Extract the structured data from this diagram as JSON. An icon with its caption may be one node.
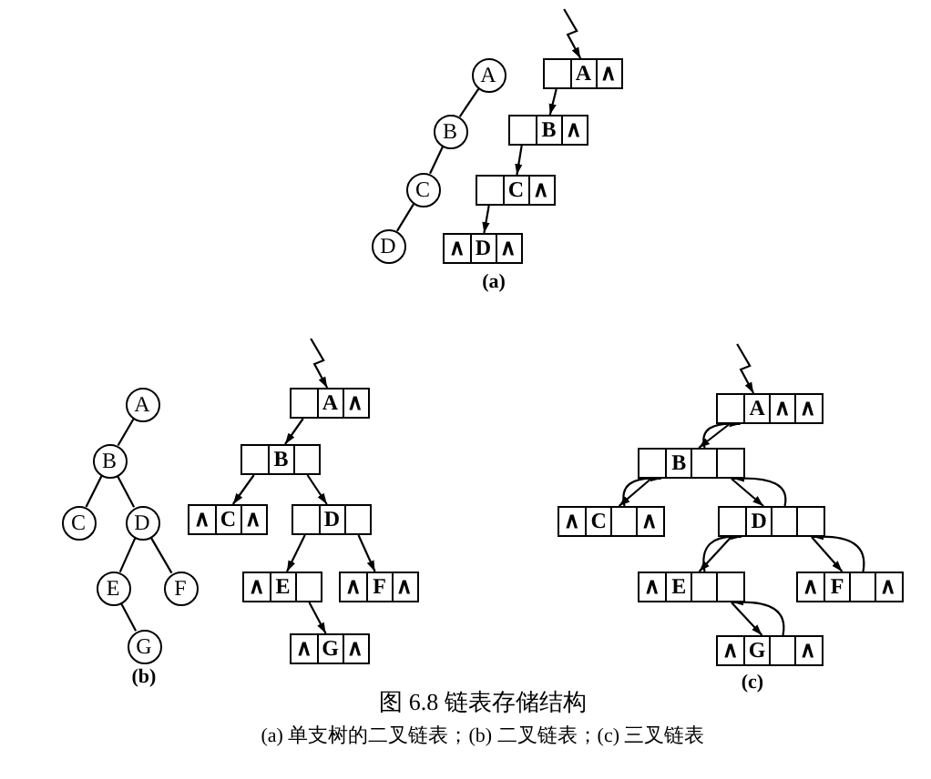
{
  "diagram": {
    "title": "图 6.8 链表存储结构",
    "caption": "(a) 单支树的二叉链表；(b) 二叉链表；(c) 三叉链表",
    "nodes": [
      {
        "text": [
          "A"
        ]
      },
      {
        "text": [
          "B"
        ]
      },
      {
        "text": [
          "C"
        ]
      },
      {
        "text": [
          "D"
        ]
      },
      {
        "text": [
          "A",
          "∧"
        ]
      },
      {
        "text": [
          "B",
          "∧"
        ]
      },
      {
        "text": [
          "C",
          "∧"
        ]
      },
      {
        "text": [
          "∧",
          "D",
          "∧"
        ]
      },
      {
        "text": [
          "A"
        ]
      },
      {
        "text": [
          "B"
        ]
      },
      {
        "text": [
          "C"
        ]
      },
      {
        "text": [
          "D"
        ]
      },
      {
        "text": [
          "E"
        ]
      },
      {
        "text": [
          "F"
        ]
      },
      {
        "text": [
          "G"
        ]
      },
      {
        "text": [
          "A",
          "∧"
        ]
      },
      {
        "text": [
          "B"
        ]
      },
      {
        "text": [
          "∧",
          "C",
          "∧"
        ]
      },
      {
        "text": [
          "D"
        ]
      },
      {
        "text": [
          "∧",
          "E"
        ]
      },
      {
        "text": [
          "∧",
          "F",
          "∧"
        ]
      },
      {
        "text": [
          "∧",
          "G",
          "∧"
        ]
      },
      {
        "text": [
          "A",
          "∧",
          "∧"
        ]
      },
      {
        "text": [
          "B"
        ]
      },
      {
        "text": [
          "∧",
          "C",
          "∧"
        ]
      },
      {
        "text": [
          "D"
        ]
      },
      {
        "text": [
          "∧",
          "E"
        ]
      },
      {
        "text": [
          "∧",
          "F",
          "∧"
        ]
      },
      {
        "text": [
          "∧",
          "G",
          "∧"
        ]
      }
    ],
    "edges": [
      {
        "from": 0,
        "to": 1,
        "arrow": "none"
      },
      {
        "from": 1,
        "to": 2,
        "arrow": "none"
      },
      {
        "from": 2,
        "to": 3,
        "arrow": "none"
      },
      {
        "from": null,
        "to": 4,
        "arrow": "to"
      },
      {
        "from": 4,
        "to": 5,
        "arrow": "to"
      },
      {
        "from": 5,
        "to": 6,
        "arrow": "to"
      },
      {
        "from": 6,
        "to": 7,
        "arrow": "to"
      },
      {
        "from": 8,
        "to": 9,
        "arrow": "none"
      },
      {
        "from": 9,
        "to": 10,
        "arrow": "none"
      },
      {
        "from": 9,
        "to": 11,
        "arrow": "none"
      },
      {
        "from": 11,
        "to": 12,
        "arrow": "none"
      },
      {
        "from": 11,
        "to": 13,
        "arrow": "none"
      },
      {
        "from": 12,
        "to": 14,
        "arrow": "none"
      },
      {
        "from": null,
        "to": 15,
        "arrow": "to"
      },
      {
        "from": 15,
        "to": 16,
        "arrow": "to"
      },
      {
        "from": 16,
        "to": 17,
        "arrow": "to"
      },
      {
        "from": 16,
        "to": 18,
        "arrow": "to"
      },
      {
        "from": 18,
        "to": 19,
        "arrow": "to"
      },
      {
        "from": 18,
        "to": 20,
        "arrow": "to"
      },
      {
        "from": 19,
        "to": 21,
        "arrow": "to"
      },
      {
        "from": null,
        "to": 22,
        "arrow": "to"
      },
      {
        "from": 22,
        "to": 23,
        "arrow": "to"
      },
      {
        "from": 23,
        "to": 22,
        "arrow": "to"
      },
      {
        "from": 23,
        "to": 24,
        "arrow": "to"
      },
      {
        "from": 24,
        "to": 23,
        "arrow": "to"
      },
      {
        "from": 23,
        "to": 25,
        "arrow": "to"
      },
      {
        "from": 25,
        "to": 23,
        "arrow": "to"
      },
      {
        "from": 25,
        "to": 26,
        "arrow": "to"
      },
      {
        "from": 26,
        "to": 25,
        "arrow": "to"
      },
      {
        "from": 25,
        "to": 27,
        "arrow": "to"
      },
      {
        "from": 27,
        "to": 25,
        "arrow": "to"
      },
      {
        "from": 26,
        "to": 28,
        "arrow": "to"
      },
      {
        "from": 28,
        "to": 26,
        "arrow": "to"
      }
    ],
    "labels": [
      "(a)",
      "(b)",
      "(c)"
    ]
  }
}
